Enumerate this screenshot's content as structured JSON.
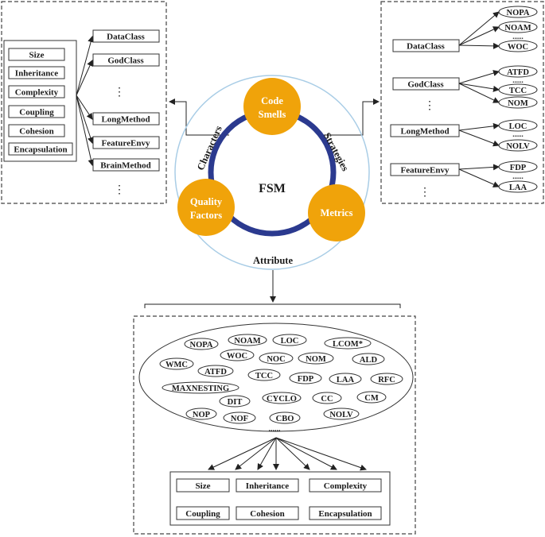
{
  "center": {
    "title": "FSM",
    "nodes": {
      "code_smells": [
        "Code",
        "Smells"
      ],
      "quality_factors": [
        "Quality",
        "Factors"
      ],
      "metrics": "Metrics"
    },
    "arc_labels": {
      "characters": "Characters",
      "strategies": "Strategies",
      "attribute": "Attribute"
    },
    "colors": {
      "node_fill": "#F0A30A",
      "inner_ring": "#2B3A8F",
      "outer_ring": "#A9CDE6"
    }
  },
  "left_panel": {
    "factors": [
      "Size",
      "Inheritance",
      "Complexity",
      "Coupling",
      "Cohesion",
      "Encapsulation"
    ],
    "smells": [
      "DataClass",
      "GodClass",
      "⋮",
      "LongMethod",
      "FeatureEnvy",
      "BrainMethod",
      "⋮"
    ]
  },
  "right_panel": {
    "groups": [
      {
        "smell": "DataClass",
        "metrics": [
          "NOPA",
          "NOAM",
          "......",
          "WOC"
        ]
      },
      {
        "smell": "GodClass",
        "metrics": [
          "ATFD",
          "......",
          "TCC",
          "NOM"
        ]
      },
      {
        "smell": "⋮",
        "metrics": []
      },
      {
        "smell": "LongMethod",
        "metrics": [
          "LOC",
          "......",
          "NOLV"
        ]
      },
      {
        "smell": "FeatureEnvy",
        "metrics": [
          "FDP",
          "......",
          "LAA"
        ]
      },
      {
        "smell": "⋮",
        "metrics": []
      }
    ]
  },
  "bottom_panel": {
    "metrics": [
      "NOPA",
      "NOAM",
      "LOC",
      "LCOM*",
      "WOC",
      "NOC",
      "NOM",
      "ALD",
      "WMC",
      "ATFD",
      "TCC",
      "FDP",
      "LAA",
      "RFC",
      "MAXNESTING",
      "DIT",
      "CYCLO",
      "CC",
      "CM",
      "NOP",
      "NOF",
      "CBO",
      "NOLV"
    ],
    "ellipsis": "......",
    "factors": [
      "Size",
      "Inheritance",
      "Complexity",
      "Coupling",
      "Cohesion",
      "Encapsulation"
    ]
  }
}
